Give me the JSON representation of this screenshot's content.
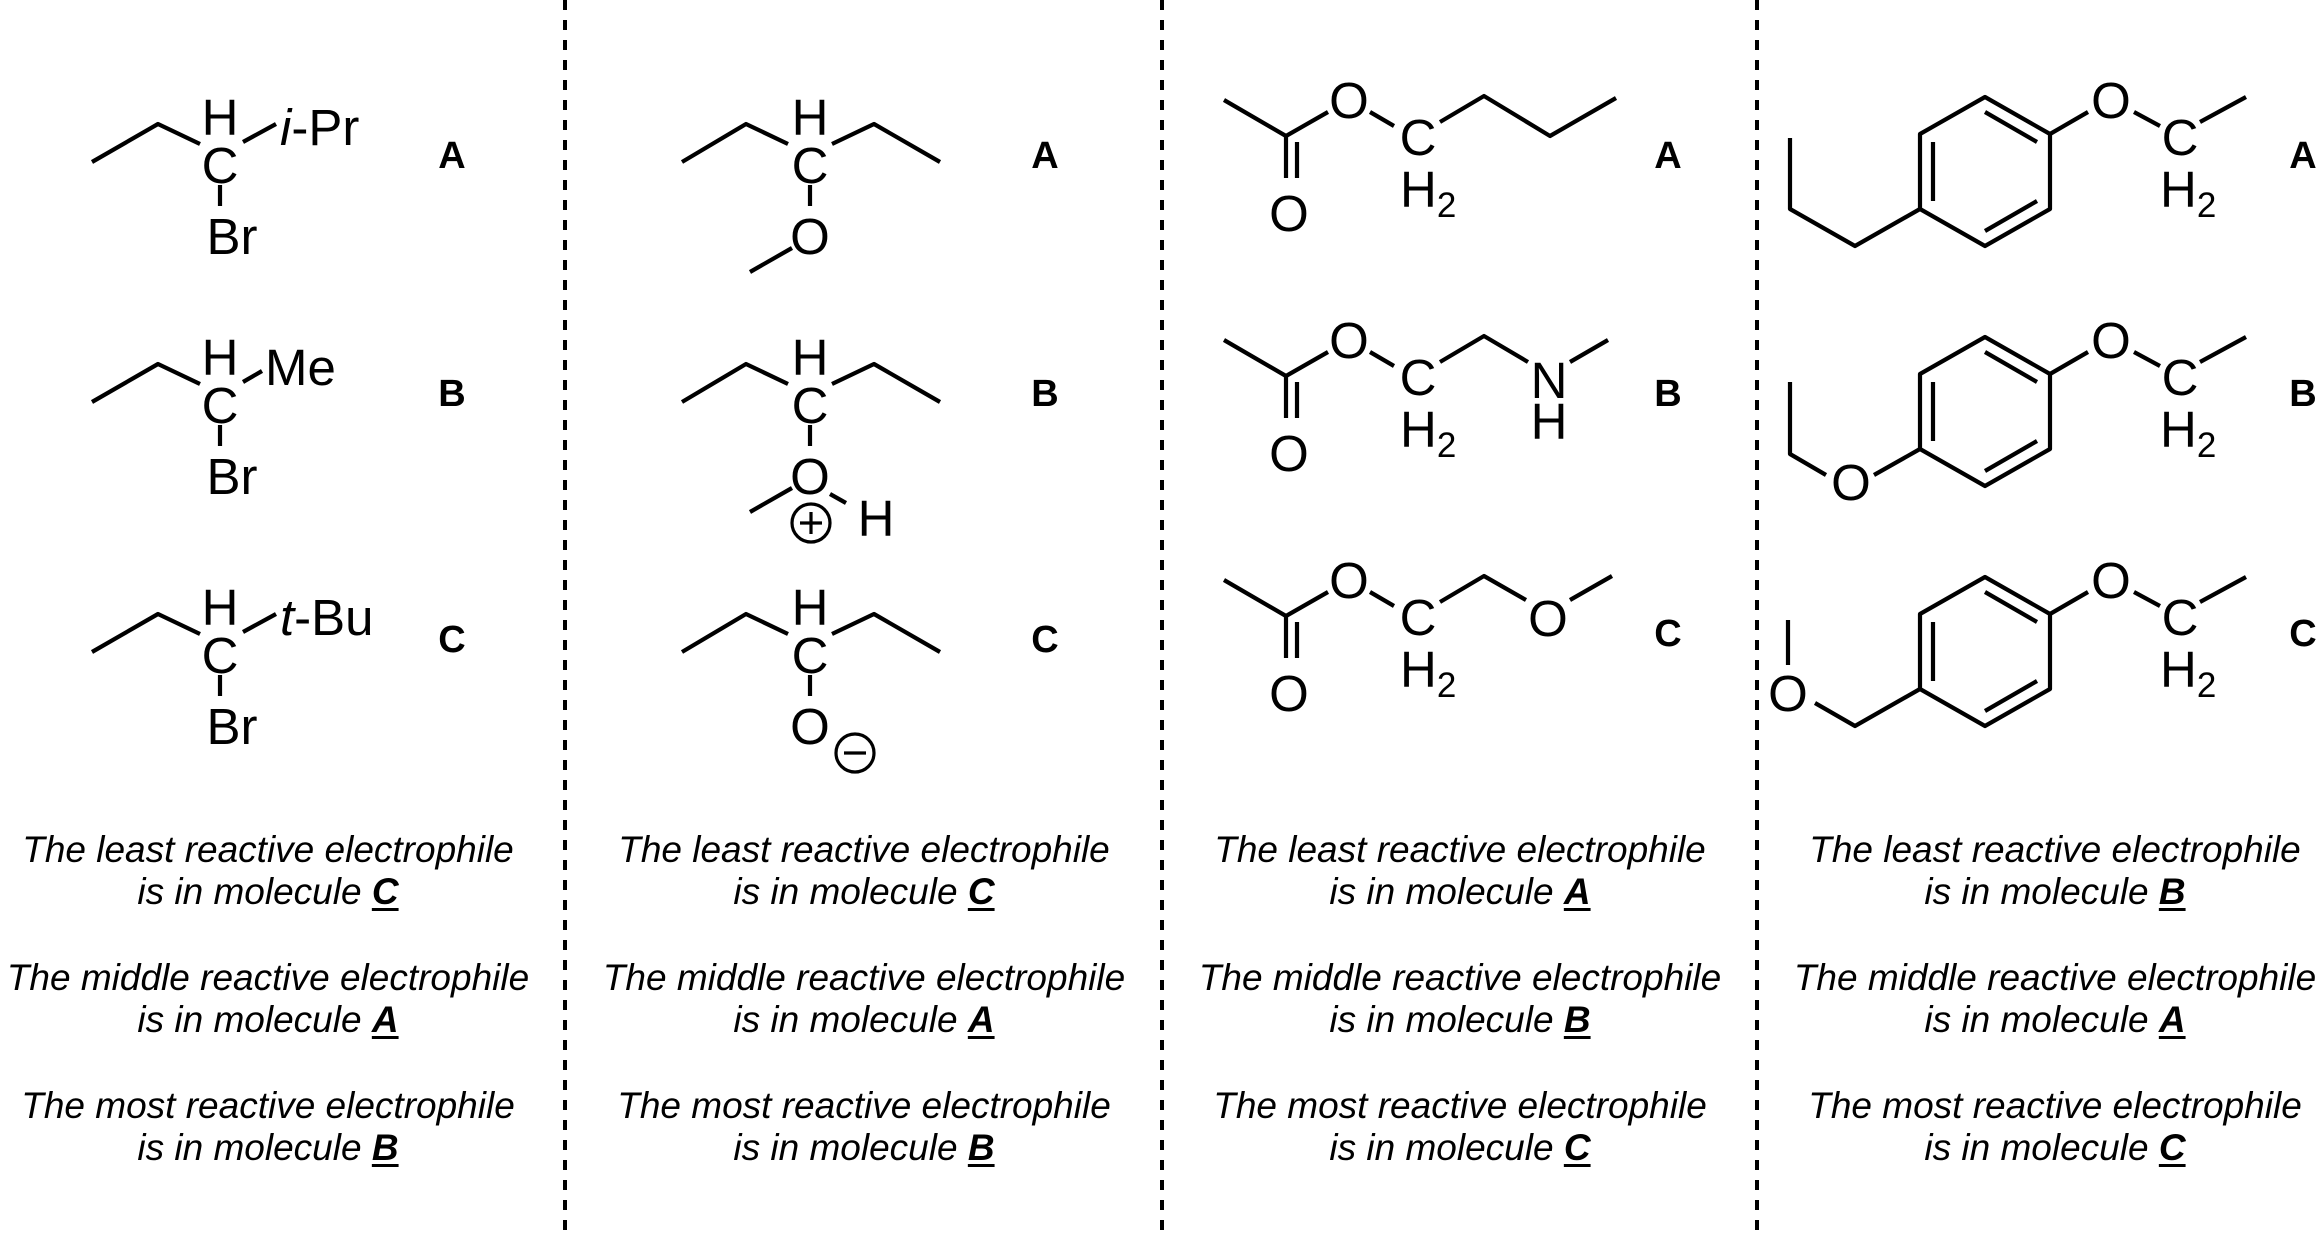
{
  "highlight_color": "#1212d6",
  "text_color": "#000000",
  "columns": [
    {
      "molecules": [
        {
          "label": "A",
          "substituent": "i-Pr",
          "sub_prefix": "i",
          "sub_rest": "-Pr",
          "halogen": "Br"
        },
        {
          "label": "B",
          "substituent": "Me",
          "halogen": "Br"
        },
        {
          "label": "C",
          "substituent": "t-Bu",
          "sub_prefix": "t",
          "sub_rest": "-Bu",
          "halogen": "Br"
        }
      ],
      "least": {
        "line1": "The least reactive electrophile",
        "line2": "is in molecule ",
        "answer": "C"
      },
      "middle": {
        "line1": "The middle reactive electrophile",
        "line2": "is in molecule ",
        "answer": "A"
      },
      "most": {
        "line1": "The most reactive electrophile",
        "line2": "is in molecule ",
        "answer": "B"
      }
    },
    {
      "molecules": [
        {
          "label": "A",
          "oxygen": "O"
        },
        {
          "label": "B",
          "oxygen": "O",
          "hydrogen": "H",
          "charge": "+"
        },
        {
          "label": "C",
          "oxygen": "O",
          "charge": "−"
        }
      ],
      "least": {
        "line1": "The least reactive electrophile",
        "line2": "is in molecule ",
        "answer": "C"
      },
      "middle": {
        "line1": "The middle reactive electrophile",
        "line2": "is in molecule ",
        "answer": "A"
      },
      "most": {
        "line1": "The most reactive electrophile",
        "line2": "is in molecule ",
        "answer": "B"
      }
    },
    {
      "molecules": [
        {
          "label": "A",
          "heteroatom": ""
        },
        {
          "label": "B",
          "heteroatom": "N",
          "hydrogen": "H"
        },
        {
          "label": "C",
          "heteroatom": "O"
        }
      ],
      "least": {
        "line1": "The least reactive electrophile",
        "line2": "is in molecule ",
        "answer": "A"
      },
      "middle": {
        "line1": "The middle reactive electrophile",
        "line2": "is in molecule ",
        "answer": "B"
      },
      "most": {
        "line1": "The most reactive electrophile",
        "line2": "is in molecule ",
        "answer": "C"
      }
    },
    {
      "molecules": [
        {
          "label": "A",
          "para_group": "propyl"
        },
        {
          "label": "B",
          "para_group": "ethoxy",
          "para_oxygen": "O"
        },
        {
          "label": "C",
          "para_group": "methoxymethyl",
          "para_oxygen": "O"
        }
      ],
      "least": {
        "line1": "The least reactive electrophile",
        "line2": "is in molecule ",
        "answer": "B"
      },
      "middle": {
        "line1": "The middle reactive electrophile",
        "line2": "is in molecule ",
        "answer": "A"
      },
      "most": {
        "line1": "The most reactive electrophile",
        "line2": "is in molecule ",
        "answer": "C"
      }
    }
  ],
  "atoms": {
    "carbon": "C",
    "hydrogen": "H",
    "oxygen": "O",
    "bromine": "Br",
    "h2_h": "H",
    "h2_sub": "2"
  }
}
